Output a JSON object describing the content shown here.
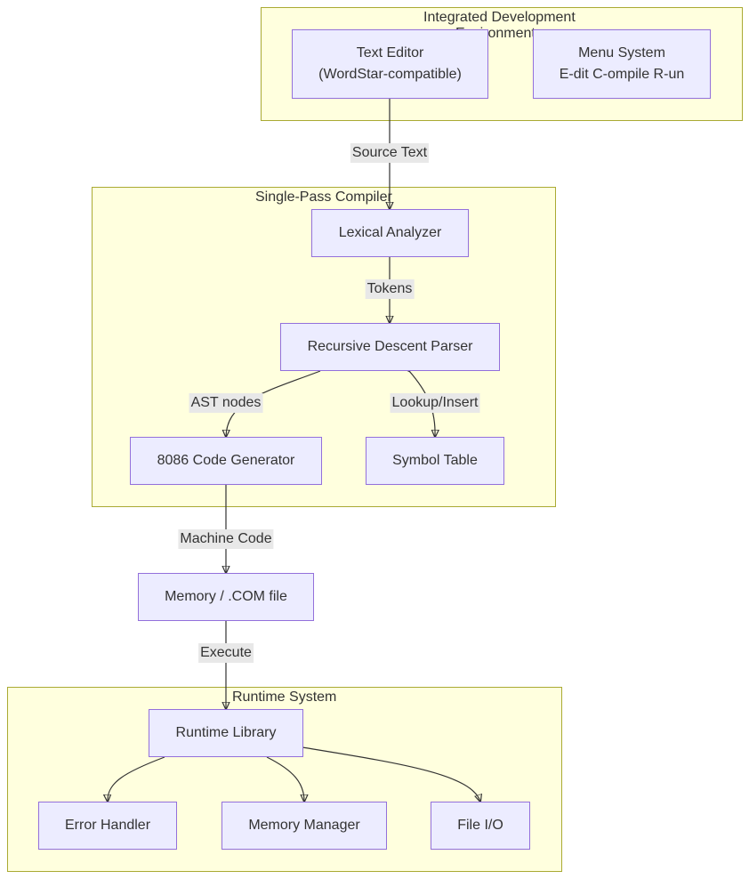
{
  "clusters": {
    "ide": {
      "title_line1": "Integrated Development",
      "title_line2": "Environment"
    },
    "compiler": {
      "title": "Single-Pass Compiler"
    },
    "runtime": {
      "title": "Runtime System"
    }
  },
  "nodes": {
    "text_editor": {
      "line1": "Text Editor",
      "line2": "(WordStar-compatible)"
    },
    "menu_system": {
      "line1": "Menu System",
      "line2": "E-dit C-ompile R-un"
    },
    "lexical_analyzer": {
      "label": "Lexical Analyzer"
    },
    "parser": {
      "label": "Recursive Descent Parser"
    },
    "code_generator": {
      "label": "8086 Code Generator"
    },
    "symbol_table": {
      "label": "Symbol Table"
    },
    "memory_com": {
      "label": "Memory / .COM file"
    },
    "runtime_library": {
      "label": "Runtime Library"
    },
    "error_handler": {
      "label": "Error Handler"
    },
    "memory_manager": {
      "label": "Memory Manager"
    },
    "file_io": {
      "label": "File I/O"
    }
  },
  "edges": {
    "source_text": "Source Text",
    "tokens": "Tokens",
    "ast_nodes": "AST nodes",
    "lookup_insert": "Lookup/Insert",
    "machine_code": "Machine Code",
    "execute": "Execute"
  }
}
